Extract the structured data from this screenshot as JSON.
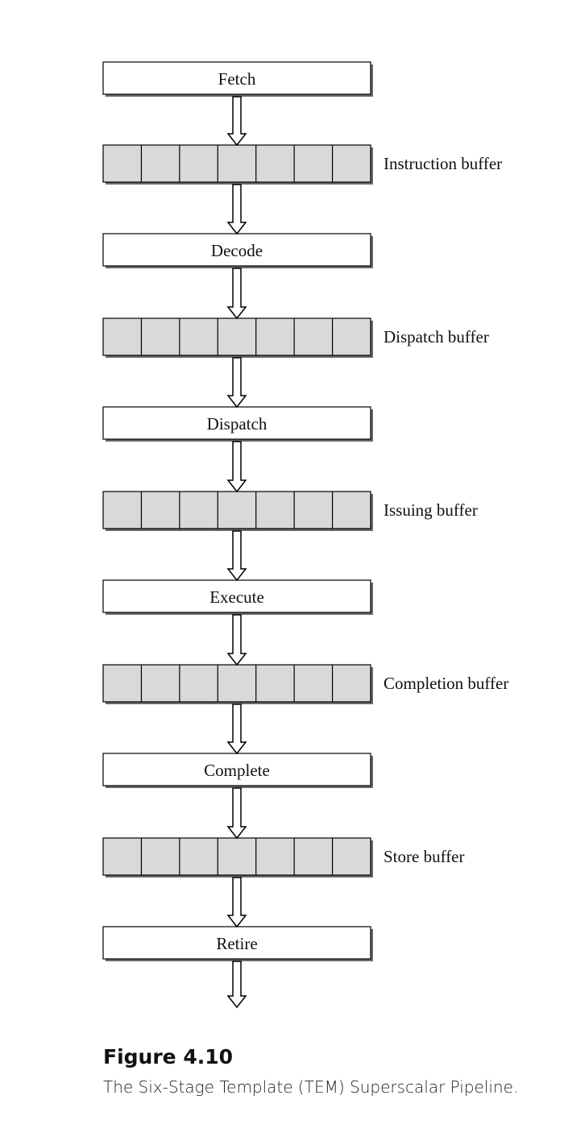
{
  "stages": [
    {
      "id": "fetch",
      "label": "Fetch"
    },
    {
      "id": "decode",
      "label": "Decode"
    },
    {
      "id": "dispatch",
      "label": "Dispatch"
    },
    {
      "id": "execute",
      "label": "Execute"
    },
    {
      "id": "complete",
      "label": "Complete"
    },
    {
      "id": "retire",
      "label": "Retire"
    }
  ],
  "buffers": [
    {
      "id": "instruction-buffer",
      "label": "Instruction buffer",
      "slots": 7
    },
    {
      "id": "dispatch-buffer",
      "label": "Dispatch buffer",
      "slots": 7
    },
    {
      "id": "issuing-buffer",
      "label": "Issuing buffer",
      "slots": 7
    },
    {
      "id": "completion-buffer",
      "label": "Completion buffer",
      "slots": 7
    },
    {
      "id": "store-buffer",
      "label": "Store buffer",
      "slots": 7
    }
  ],
  "caption": {
    "title": "Figure 4.10",
    "text": "The Six-Stage Template (TEM) Superscalar Pipeline."
  },
  "colors": {
    "buffer_fill": "#d9d9d9",
    "stage_fill": "#ffffff",
    "stroke": "#000000"
  }
}
